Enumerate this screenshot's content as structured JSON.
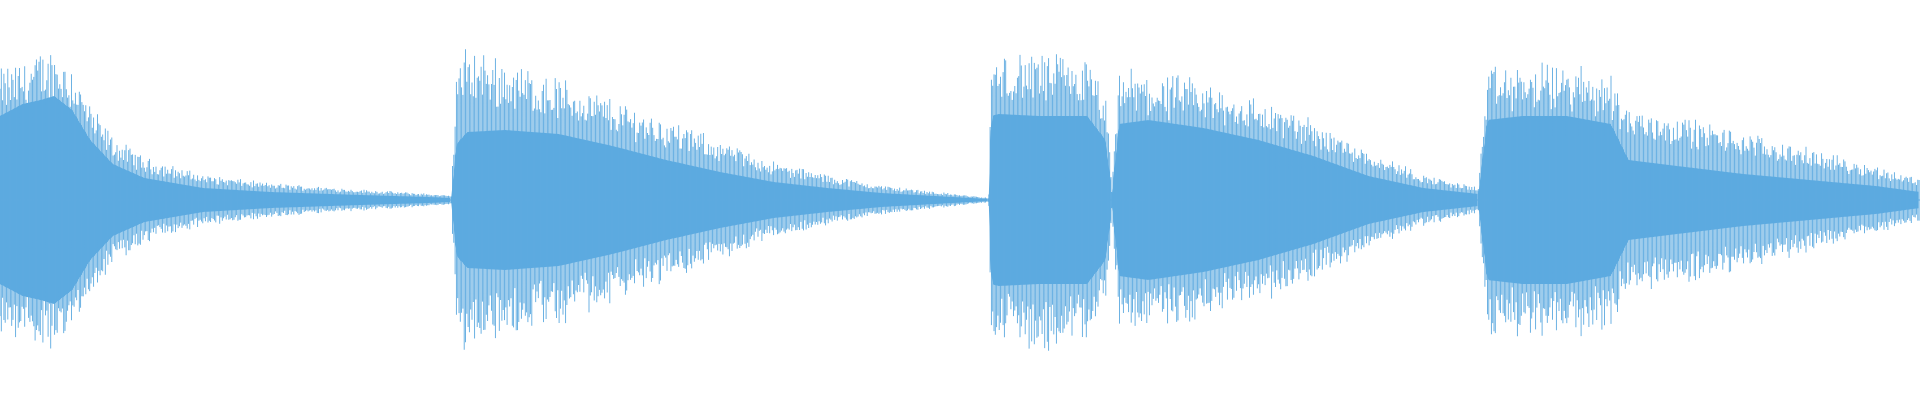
{
  "waveform": {
    "color": "#5DAAE0",
    "background": "#FFFFFF",
    "segments": [
      {
        "name": "segment-1",
        "start_fraction": 0.0,
        "end_fraction": 0.235,
        "envelope": [
          [
            0.0,
            0.42,
            0.62
          ],
          [
            0.05,
            0.48,
            0.66
          ],
          [
            0.09,
            0.5,
            0.7
          ],
          [
            0.12,
            0.52,
            0.72
          ],
          [
            0.16,
            0.45,
            0.65
          ],
          [
            0.2,
            0.3,
            0.45
          ],
          [
            0.25,
            0.18,
            0.3
          ],
          [
            0.32,
            0.11,
            0.2
          ],
          [
            0.45,
            0.06,
            0.12
          ],
          [
            0.6,
            0.04,
            0.08
          ],
          [
            0.8,
            0.025,
            0.05
          ],
          [
            0.95,
            0.015,
            0.03
          ],
          [
            1.0,
            0.01,
            0.02
          ]
        ]
      },
      {
        "name": "segment-2",
        "start_fraction": 0.235,
        "end_fraction": 0.515,
        "envelope": [
          [
            0.0,
            0.01,
            0.02
          ],
          [
            0.01,
            0.28,
            0.64
          ],
          [
            0.03,
            0.34,
            0.72
          ],
          [
            0.1,
            0.35,
            0.66
          ],
          [
            0.2,
            0.33,
            0.58
          ],
          [
            0.3,
            0.27,
            0.48
          ],
          [
            0.4,
            0.2,
            0.38
          ],
          [
            0.5,
            0.14,
            0.28
          ],
          [
            0.6,
            0.09,
            0.18
          ],
          [
            0.7,
            0.06,
            0.12
          ],
          [
            0.8,
            0.035,
            0.07
          ],
          [
            0.9,
            0.02,
            0.04
          ],
          [
            1.0,
            0.005,
            0.01
          ]
        ]
      },
      {
        "name": "segment-3",
        "start_fraction": 0.515,
        "end_fraction": 0.579,
        "envelope": [
          [
            0.0,
            0.02,
            0.04
          ],
          [
            0.02,
            0.42,
            0.66
          ],
          [
            0.08,
            0.43,
            0.68
          ],
          [
            0.4,
            0.42,
            0.7
          ],
          [
            0.8,
            0.42,
            0.66
          ],
          [
            0.95,
            0.3,
            0.5
          ],
          [
            1.0,
            0.05,
            0.1
          ]
        ]
      },
      {
        "name": "segment-4",
        "start_fraction": 0.579,
        "end_fraction": 0.77,
        "envelope": [
          [
            0.0,
            0.02,
            0.04
          ],
          [
            0.02,
            0.38,
            0.62
          ],
          [
            0.1,
            0.4,
            0.6
          ],
          [
            0.25,
            0.36,
            0.56
          ],
          [
            0.4,
            0.3,
            0.48
          ],
          [
            0.55,
            0.22,
            0.38
          ],
          [
            0.7,
            0.12,
            0.24
          ],
          [
            0.85,
            0.06,
            0.12
          ],
          [
            1.0,
            0.03,
            0.06
          ]
        ]
      },
      {
        "name": "segment-5",
        "start_fraction": 0.77,
        "end_fraction": 1.0,
        "envelope": [
          [
            0.0,
            0.03,
            0.06
          ],
          [
            0.02,
            0.4,
            0.62
          ],
          [
            0.1,
            0.42,
            0.64
          ],
          [
            0.2,
            0.42,
            0.64
          ],
          [
            0.3,
            0.38,
            0.6
          ],
          [
            0.34,
            0.2,
            0.44
          ],
          [
            0.45,
            0.17,
            0.4
          ],
          [
            0.6,
            0.13,
            0.32
          ],
          [
            0.75,
            0.1,
            0.24
          ],
          [
            0.9,
            0.07,
            0.16
          ],
          [
            1.0,
            0.04,
            0.1
          ]
        ]
      }
    ]
  }
}
